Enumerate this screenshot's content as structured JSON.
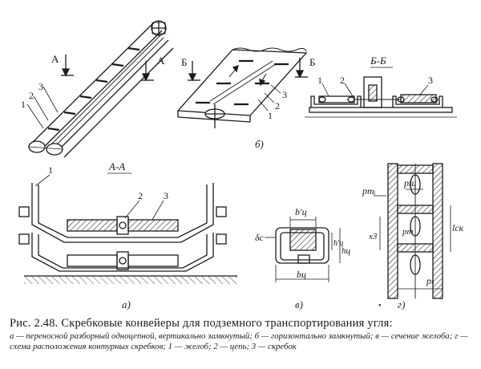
{
  "figure": {
    "panel_a_top": {
      "section_letter_left": "А",
      "section_letter_right": "А",
      "label_1": "1",
      "label_2": "2",
      "label_3": "3"
    },
    "panel_b": {
      "section_letter_left": "Б",
      "section_letter_right": "Б",
      "label_1": "1",
      "label_2": "2",
      "label_3": "3",
      "caption": "б)"
    },
    "panel_bb": {
      "title": "Б-Б",
      "label_1": "1",
      "label_2": "2",
      "label_3": "3"
    },
    "panel_aa": {
      "title": "А-А",
      "label_1": "1",
      "label_2": "2",
      "label_3": "3",
      "caption": "а)"
    },
    "panel_v": {
      "dim_b_prime": "b′ц",
      "dim_b": "bц",
      "dim_delta": "δс",
      "dim_h_prime": "h′ц",
      "dim_h": "hц",
      "caption": "в)"
    },
    "panel_g": {
      "pm_top": "pmᵢ",
      "pt": "ptц",
      "pm_mid": "pm",
      "x3": "x3",
      "lck": "lск",
      "pl": "pₗ",
      "caption": "г)"
    }
  },
  "caption": {
    "title": "Рис. 2.48. Скребковые конвейеры для подземного транспортирования угля:",
    "body": "а — переносной разборный одноцепной, вертикально замкнутый; б — горизонтально замкнутый; в — сечение желоба; г — схема расположения контурных скребков; 1 — желоб; 2 — цепь; 3 — скребок"
  },
  "colors": {
    "ink": "#1a1a1a",
    "paper": "#ffffff"
  }
}
